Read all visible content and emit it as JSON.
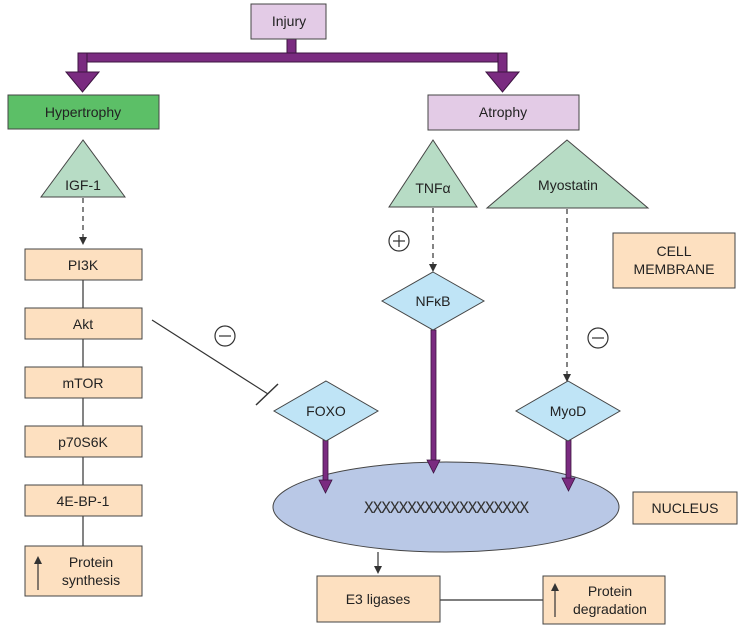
{
  "diagram": {
    "injury": "Injury",
    "hypertrophy": "Hypertrophy",
    "atrophy": "Atrophy",
    "igf1": "IGF-1",
    "tnf": "TNFα",
    "myostatin": "Myostatin",
    "nfkb": "NFκB",
    "foxo": "FOXO",
    "myod": "MyoD",
    "pathway": [
      "PI3K",
      "Akt",
      "mTOR",
      "p70S6K",
      "4E-BP-1"
    ],
    "protein_synthesis": [
      "Protein",
      "synthesis"
    ],
    "cell_membrane": [
      "CELL",
      "MEMBRANE"
    ],
    "nucleus": "NUCLEUS",
    "dna": "XXXXXXXXXXXXXXXXXXX",
    "e3_ligases": "E3 ligases",
    "protein_degradation": [
      "Protein",
      "degradation"
    ],
    "plus_sign": "+",
    "minus_sign": "−"
  },
  "colors": {
    "injury_fill": "#e3cbe6",
    "hypertrophy_fill": "#5cbf67",
    "atrophy_fill": "#e3cbe6",
    "triangle_fill": "#b7dcc5",
    "diamond_fill": "#bfe4f6",
    "box_fill": "#fde0c0",
    "nucleus_fill": "#b9c8e6",
    "purple": "#7a2b80"
  }
}
